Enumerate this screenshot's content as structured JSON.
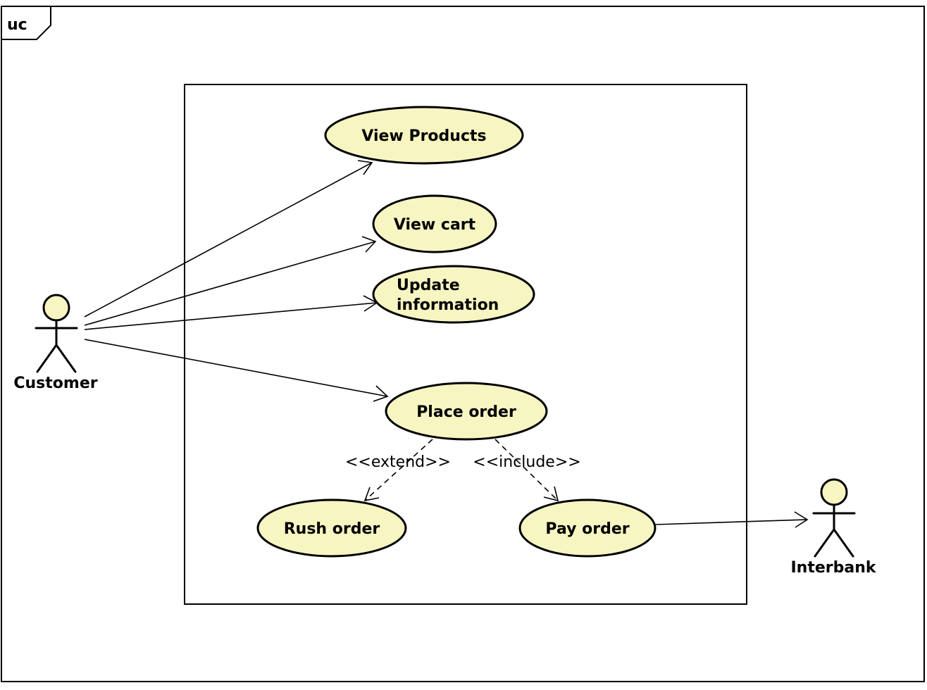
{
  "diagram": {
    "frame_tag": "uc",
    "actors": {
      "customer": "Customer",
      "interbank": "Interbank"
    },
    "use_cases": {
      "view_products": "View Products",
      "view_cart": "View cart",
      "update_information_line1": "Update",
      "update_information_line2": "information",
      "place_order": "Place order",
      "rush_order": "Rush order",
      "pay_order": "Pay order"
    },
    "relations": {
      "extend": "<<extend>>",
      "include": "<<include>>"
    },
    "colors": {
      "use_case_fill": "#f7f6c2",
      "actor_head_fill": "#f7f6c2",
      "line": "#000000"
    }
  }
}
